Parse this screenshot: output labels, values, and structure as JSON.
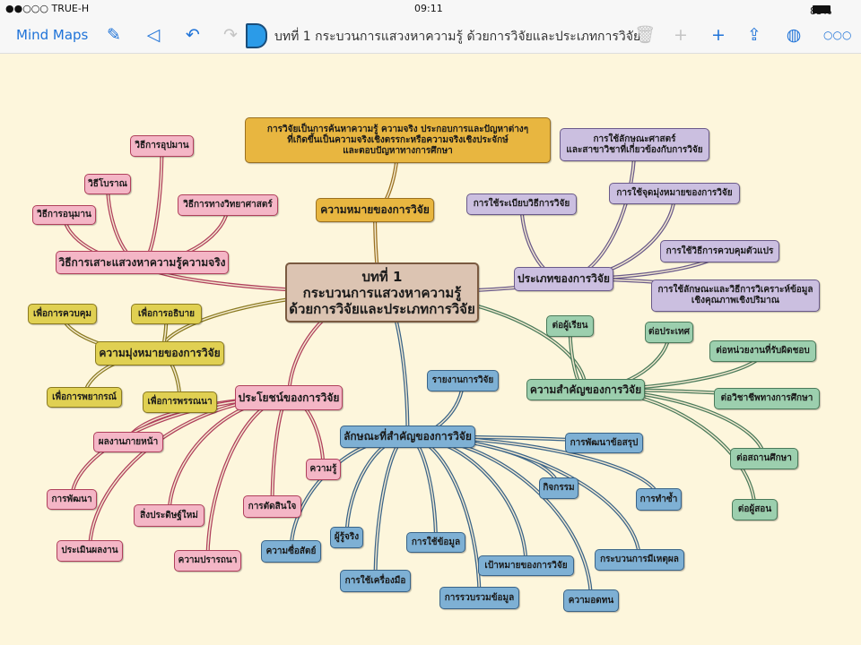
{
  "status": {
    "carrier": "●●○○○ TRUE-H",
    "time": "09:11",
    "battery": "83%"
  },
  "toolbar": {
    "back_label": "Mind Maps",
    "title": "บทที่ 1  กระบวนการแสวงหาความรู้ ด้วยการวิจัยและประเภทการวิจัย",
    "icons": [
      "edit-icon",
      "previous-icon",
      "undo-icon",
      "redo-icon",
      "document-icon",
      "trash-icon",
      "add-icon",
      "add-child-icon",
      "share-icon",
      "palette-icon",
      "more-icon"
    ]
  },
  "colors": {
    "accent": "#1f73d8",
    "background": "#fdf6dc",
    "pink": "#f4b6c6",
    "yellow": "#e0d052",
    "orange": "#e8b640",
    "purple": "#cbbfe0",
    "blue": "#7eb0d4",
    "green": "#9ccfae",
    "center": "#dcc4b2"
  },
  "map": {
    "center": "บทที่ 1\nกระบวนการแสวงหาความรู้\nด้วยการวิจัยและประเภทการวิจัย",
    "meaning": {
      "label": "ความหมายของการวิจัย",
      "children": [
        "การวิจัยเป็นการค้นหาความรู้ ความจริง ประกอบการและปัญหาต่างๆ\nที่เกิดขึ้นเป็นความจริงเชิงตรรกะหรือความจริงเชิงประจักษ์\nและตอบปัญหาทางการศึกษา"
      ]
    },
    "methods": {
      "label": "วิธีการเสาะแสวงหาความรู้ความจริง",
      "children": [
        "วิธีการอุปมาน",
        "วิธีโบราณ",
        "วิธีการอนุมาน",
        "วิธีการทางวิทยาศาสตร์"
      ]
    },
    "types": {
      "label": "ประเภทของการวิจัย",
      "children": [
        "การใช้ลักษณะศาสตร์\nและสาขาวิชาที่เกี่ยวข้องกับการวิจัย",
        "การใช้ระเบียบวิธีการวิจัย",
        "การใช้จุดมุ่งหมายของการวิจัย",
        "การใช้วิธีการควบคุมตัวแปร",
        "การใช้ลักษณะและวิธีการวิเคราะห์ข้อมูล\nเชิงคุณภาพเชิงปริมาณ"
      ]
    },
    "purposes": {
      "label": "ความมุ่งหมายของการวิจัย",
      "children": [
        "เพื่อการควบคุม",
        "เพื่อการอธิบาย",
        "เพื่อการพยากรณ์",
        "เพื่อการพรรณนา"
      ]
    },
    "benefits": {
      "label": "ประโยชน์ของการวิจัย",
      "children": [
        "ผลงานภายหน้า",
        "ความรู้",
        "การพัฒนา",
        "สิ่งประดิษฐ์ใหม่",
        "การตัดสินใจ",
        "ประเมินผลงาน",
        "ความปรารถนา"
      ]
    },
    "traits": {
      "label": "ลักษณะที่สำคัญของการวิจัย",
      "children": [
        "รายงานการวิจัย",
        "การพัฒนาข้อสรุป",
        "กิจกรรม",
        "การทำซ้ำ",
        "ความซื่อสัตย์",
        "ผู้รู้จริง",
        "การใช้ข้อมูล",
        "การใช้เครื่องมือ",
        "เป้าหมายของการวิจัย",
        "การรวบรวมข้อมูล",
        "กระบวนการมีเหตุผล",
        "ความอดทน"
      ]
    },
    "importance": {
      "label": "ความสำคัญของการวิจัย",
      "children": [
        "ต่อผู้เรียน",
        "ต่อประเทศ",
        "ต่อหน่วยงานที่รับผิดชอบ",
        "ต่อวิชาชีพทางการศึกษา",
        "ต่อสถานศึกษา",
        "ต่อผู้สอน"
      ]
    }
  }
}
